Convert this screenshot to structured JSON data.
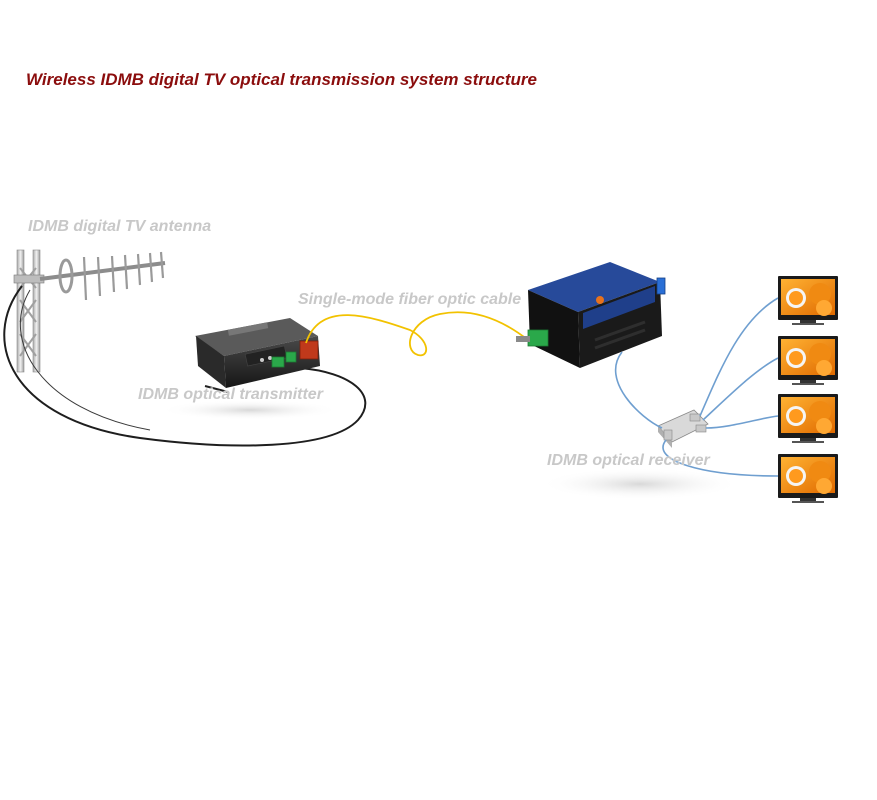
{
  "title": "Wireless IDMB digital TV optical transmission system structure",
  "labels": {
    "antenna": "IDMB digital TV antenna",
    "fiber_cable": "Single-mode fiber optic cable",
    "transmitter": "IDMB optical transmitter",
    "receiver": "IDMB optical receiver"
  },
  "colors": {
    "title": "#8b0d0d",
    "label": "#c8c8c8",
    "fiber": "#f2c200",
    "coax_black": "#1e1e1e",
    "coax_blue": "#6f9fd0",
    "receiver_body": "#1f3f8a",
    "connector": "#2aa84a"
  },
  "tv_count": 4
}
